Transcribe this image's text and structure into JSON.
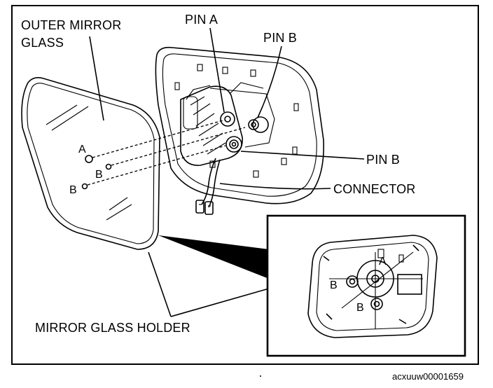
{
  "labels": {
    "outer_mirror_glass_line1": "OUTER MIRROR",
    "outer_mirror_glass_line2": "GLASS",
    "pin_a": "PIN A",
    "pin_b_top": "PIN B",
    "pin_b_right": "PIN B",
    "connector": "CONNECTOR",
    "mirror_glass_holder": "MIRROR GLASS HOLDER",
    "glass_a": "A",
    "glass_b_upper": "B",
    "glass_b_lower": "B",
    "inset_a": "A",
    "inset_b_left": "B",
    "inset_b_lower": "B"
  },
  "figure_id": "acxuuw00001659"
}
